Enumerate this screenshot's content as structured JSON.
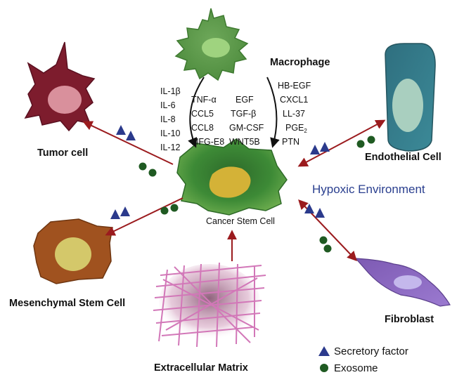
{
  "labels": {
    "macrophage": "Macrophage",
    "tumor_cell": "Tumor cell",
    "endothelial_cell": "Endothelial Cell",
    "mesenchymal_stem_cell": "Mesenchymal Stem Cell",
    "fibroblast": "Fibroblast",
    "extracellular_matrix": "Extracellular Matrix",
    "cancer_stem_cell": "Cancer Stem Cell",
    "hypoxic_environment": "Hypoxic Environment"
  },
  "factors": {
    "col1": [
      "IL-1β",
      "IL-6",
      "IL-8",
      "IL-10",
      "IL-12"
    ],
    "col2": [
      "TNF-α",
      "CCL5",
      "CCL8",
      "MFG-E8"
    ],
    "col3": [
      "EGF",
      "TGF-β",
      "GM-CSF",
      "WNT5B"
    ],
    "col4_before_pge": [
      "HB-EGF",
      "CXCL1",
      "LL-37"
    ],
    "pge_base": "PGE",
    "pge_sub": "2",
    "col4_after_pge": "PTN"
  },
  "legend": {
    "secretory_factor": "Secretory factor",
    "exosome": "Exosome"
  },
  "colors": {
    "arrow": "#9b1b1e",
    "triangle": "#2b3a8c",
    "exosome": "#1f5a22",
    "hypoxic_text": "#2a3f8f"
  }
}
